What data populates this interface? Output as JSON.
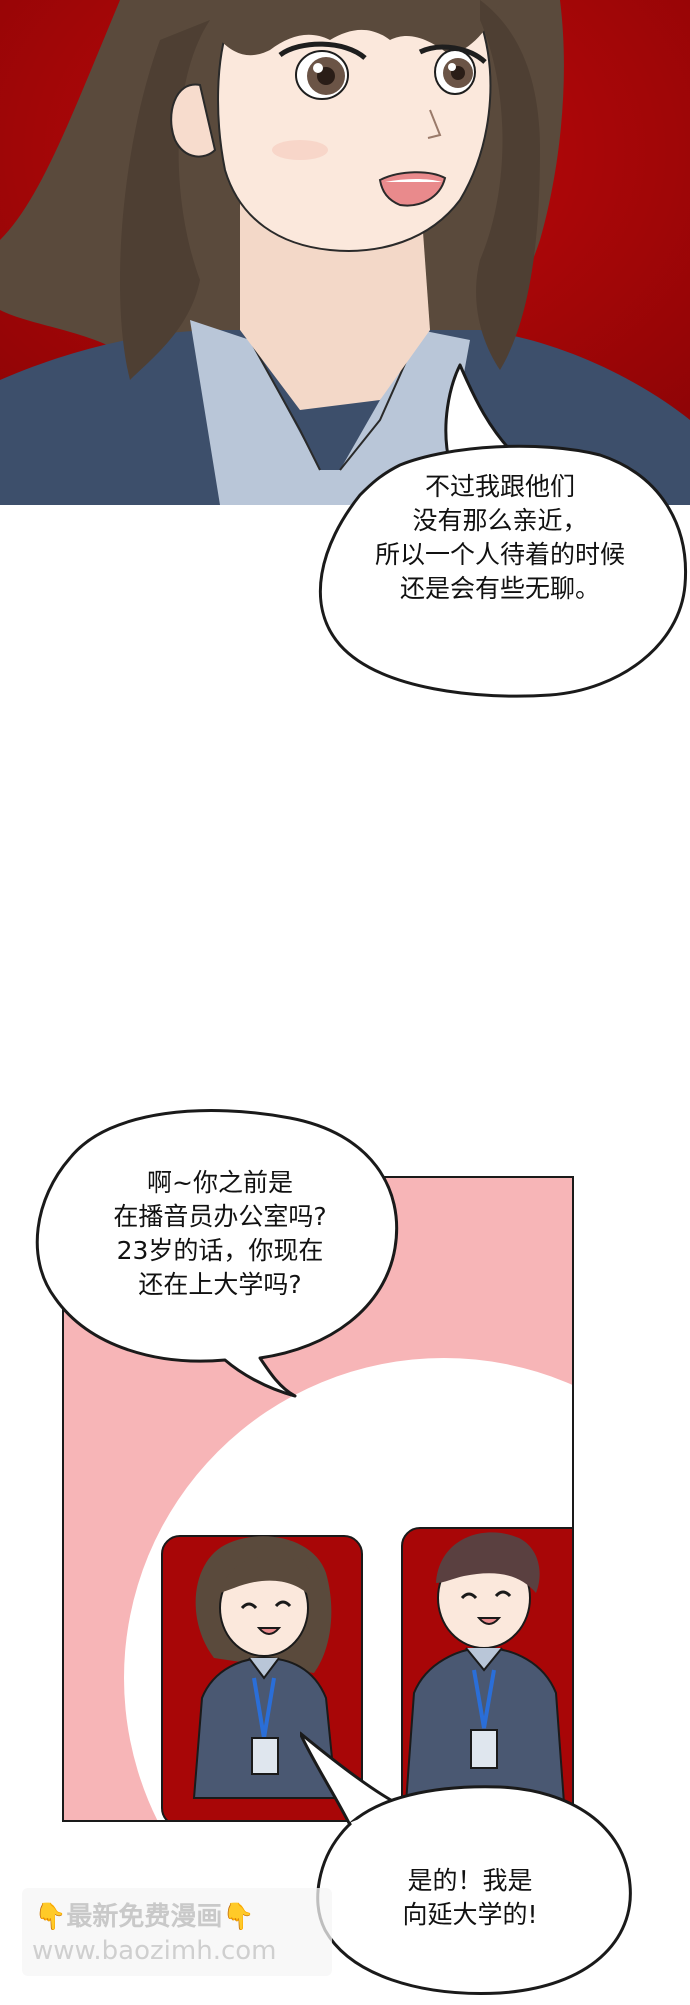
{
  "panels": [
    {
      "bubble_lines": [
        "不过我跟他们",
        "没有那么亲近，",
        "所以一个人待着的时候",
        "还是会有些无聊。"
      ]
    },
    {
      "question_lines": [
        "啊~你之前是",
        "在播音员办公室吗?",
        "23岁的话，你现在",
        "还在上大学吗?"
      ],
      "answer_lines": [
        "是的！我是",
        "向延大学的!"
      ]
    }
  ],
  "watermark": {
    "icon_left": "👇",
    "title": "最新免费漫画",
    "icon_right": "👇",
    "url": "www.baozimh.com"
  },
  "colors": {
    "red_bg": "#a80607",
    "pink_bg": "#f7b5b7",
    "hair": "#5a4a3c",
    "skin": "#fbe8dc",
    "jacket": "#3d4f6b",
    "shirt": "#b9c6d8",
    "polo": "#4a5872"
  }
}
